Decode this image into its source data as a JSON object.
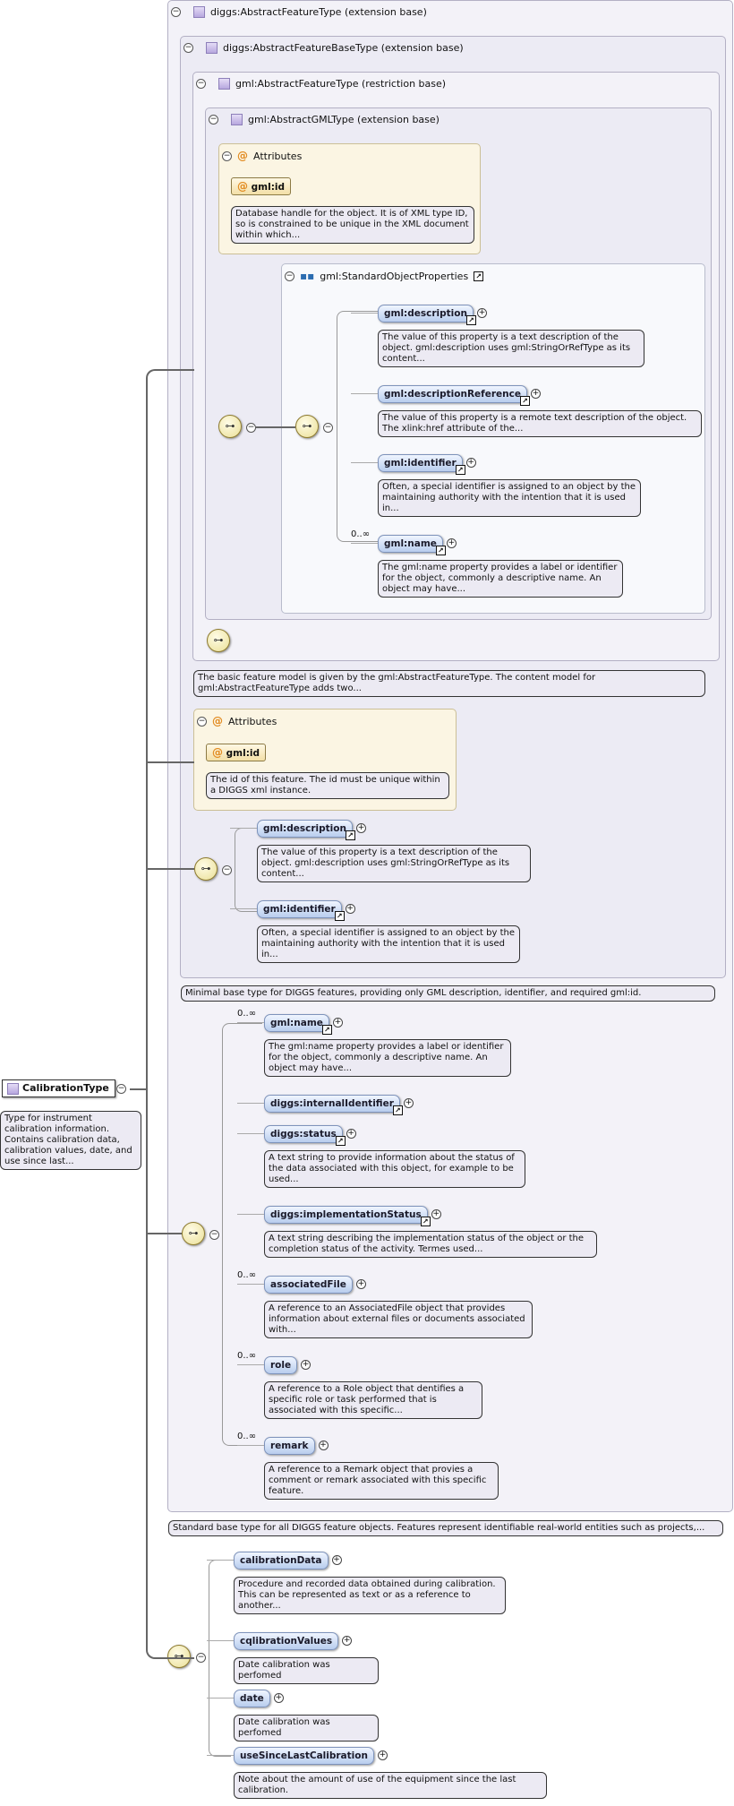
{
  "root": {
    "name": "CalibrationType",
    "doc": "Type for instrument calibration information. Contains calibration data, calibration values, date, and use since last..."
  },
  "ext1": {
    "title": "diggs:AbstractFeatureType (extension base)",
    "doc": "Standard base type for all DIGGS feature objects. Features represent identifiable real-world entities such as projects,..."
  },
  "ext2": {
    "title": "diggs:AbstractFeatureBaseType (extension base)",
    "doc": "Minimal base type for DIGGS features, providing only GML description, identifier, and required gml:id."
  },
  "ext3": {
    "title": "gml:AbstractFeatureType (restriction base)",
    "doc": "The basic feature model is given by the gml:AbstractFeatureType. The content model for gml:AbstractFeatureType adds two..."
  },
  "ext4": {
    "title": "gml:AbstractGMLType (extension base)"
  },
  "attrs1": {
    "title": "Attributes",
    "name": "gml:id",
    "doc": "Database handle for the object. It is of XML type ID, so is constrained to be unique in the XML document within which..."
  },
  "sop": {
    "title": "gml:StandardObjectProperties"
  },
  "sop_items": [
    {
      "name": "gml:description",
      "card": "",
      "doc": "The value of this property is a text description of the object. gml:description uses gml:StringOrRefType as its content..."
    },
    {
      "name": "gml:descriptionReference",
      "card": "",
      "doc": "The value of this property is a remote text description of the object. The xlink:href attribute of the..."
    },
    {
      "name": "gml:identifier",
      "card": "",
      "doc": "Often, a special identifier is assigned to an object by the maintaining authority with the intention that it is used in..."
    },
    {
      "name": "gml:name",
      "card": "0..∞",
      "doc": "The gml:name property provides a label or identifier for the object, commonly a descriptive name. An object may have..."
    }
  ],
  "attrs2": {
    "title": "Attributes",
    "name": "gml:id",
    "doc": "The id of this feature. The id must be unique within a DIGGS xml instance."
  },
  "base_items": [
    {
      "name": "gml:description",
      "card": "",
      "doc": "The value of this property is a text description of the object. gml:description uses gml:StringOrRefType as its content..."
    },
    {
      "name": "gml:identifier",
      "card": "",
      "doc": "Often, a special identifier is assigned to an object by the maintaining authority with the intention that it is used in..."
    }
  ],
  "feat_items": [
    {
      "name": "gml:name",
      "card": "0..∞",
      "doc": "The gml:name property provides a label or identifier for the object, commonly a descriptive name. An object may have..."
    },
    {
      "name": "diggs:internalIdentifier",
      "card": "",
      "doc": ""
    },
    {
      "name": "diggs:status",
      "card": "",
      "doc": "A text string to provide information about the status of the data associated with this object, for example to be used..."
    },
    {
      "name": "diggs:implementationStatus",
      "card": "",
      "doc": "A text string describing the implementation status of the object or the completion status of the activity. Termes used..."
    },
    {
      "name": "associatedFile",
      "card": "0..∞",
      "doc": "A reference to an AssociatedFile object that provides information about external files or documents associated with..."
    },
    {
      "name": "role",
      "card": "0..∞",
      "doc": "A reference to a Role object that dentifies a specific role or task performed that is associated with this specific..."
    },
    {
      "name": "remark",
      "card": "0..∞",
      "doc": "A reference to a Remark object that provies a comment or remark associated with this specific feature."
    }
  ],
  "cal_items": [
    {
      "name": "calibrationData",
      "doc": "Procedure and recorded data obtained during calibration. This can be represented as text or as a reference to another..."
    },
    {
      "name": "cqlibrationValues",
      "doc": "Date calibration was perfomed"
    },
    {
      "name": "date",
      "doc": "Date calibration was perfomed"
    },
    {
      "name": "useSinceLastCalibration",
      "doc": "Note about the amount of use of the equipment since the last calibration."
    }
  ],
  "glyphs": {
    "collapse": "⊖",
    "expand": "+",
    "link": "↗",
    "seq": "⊶"
  }
}
